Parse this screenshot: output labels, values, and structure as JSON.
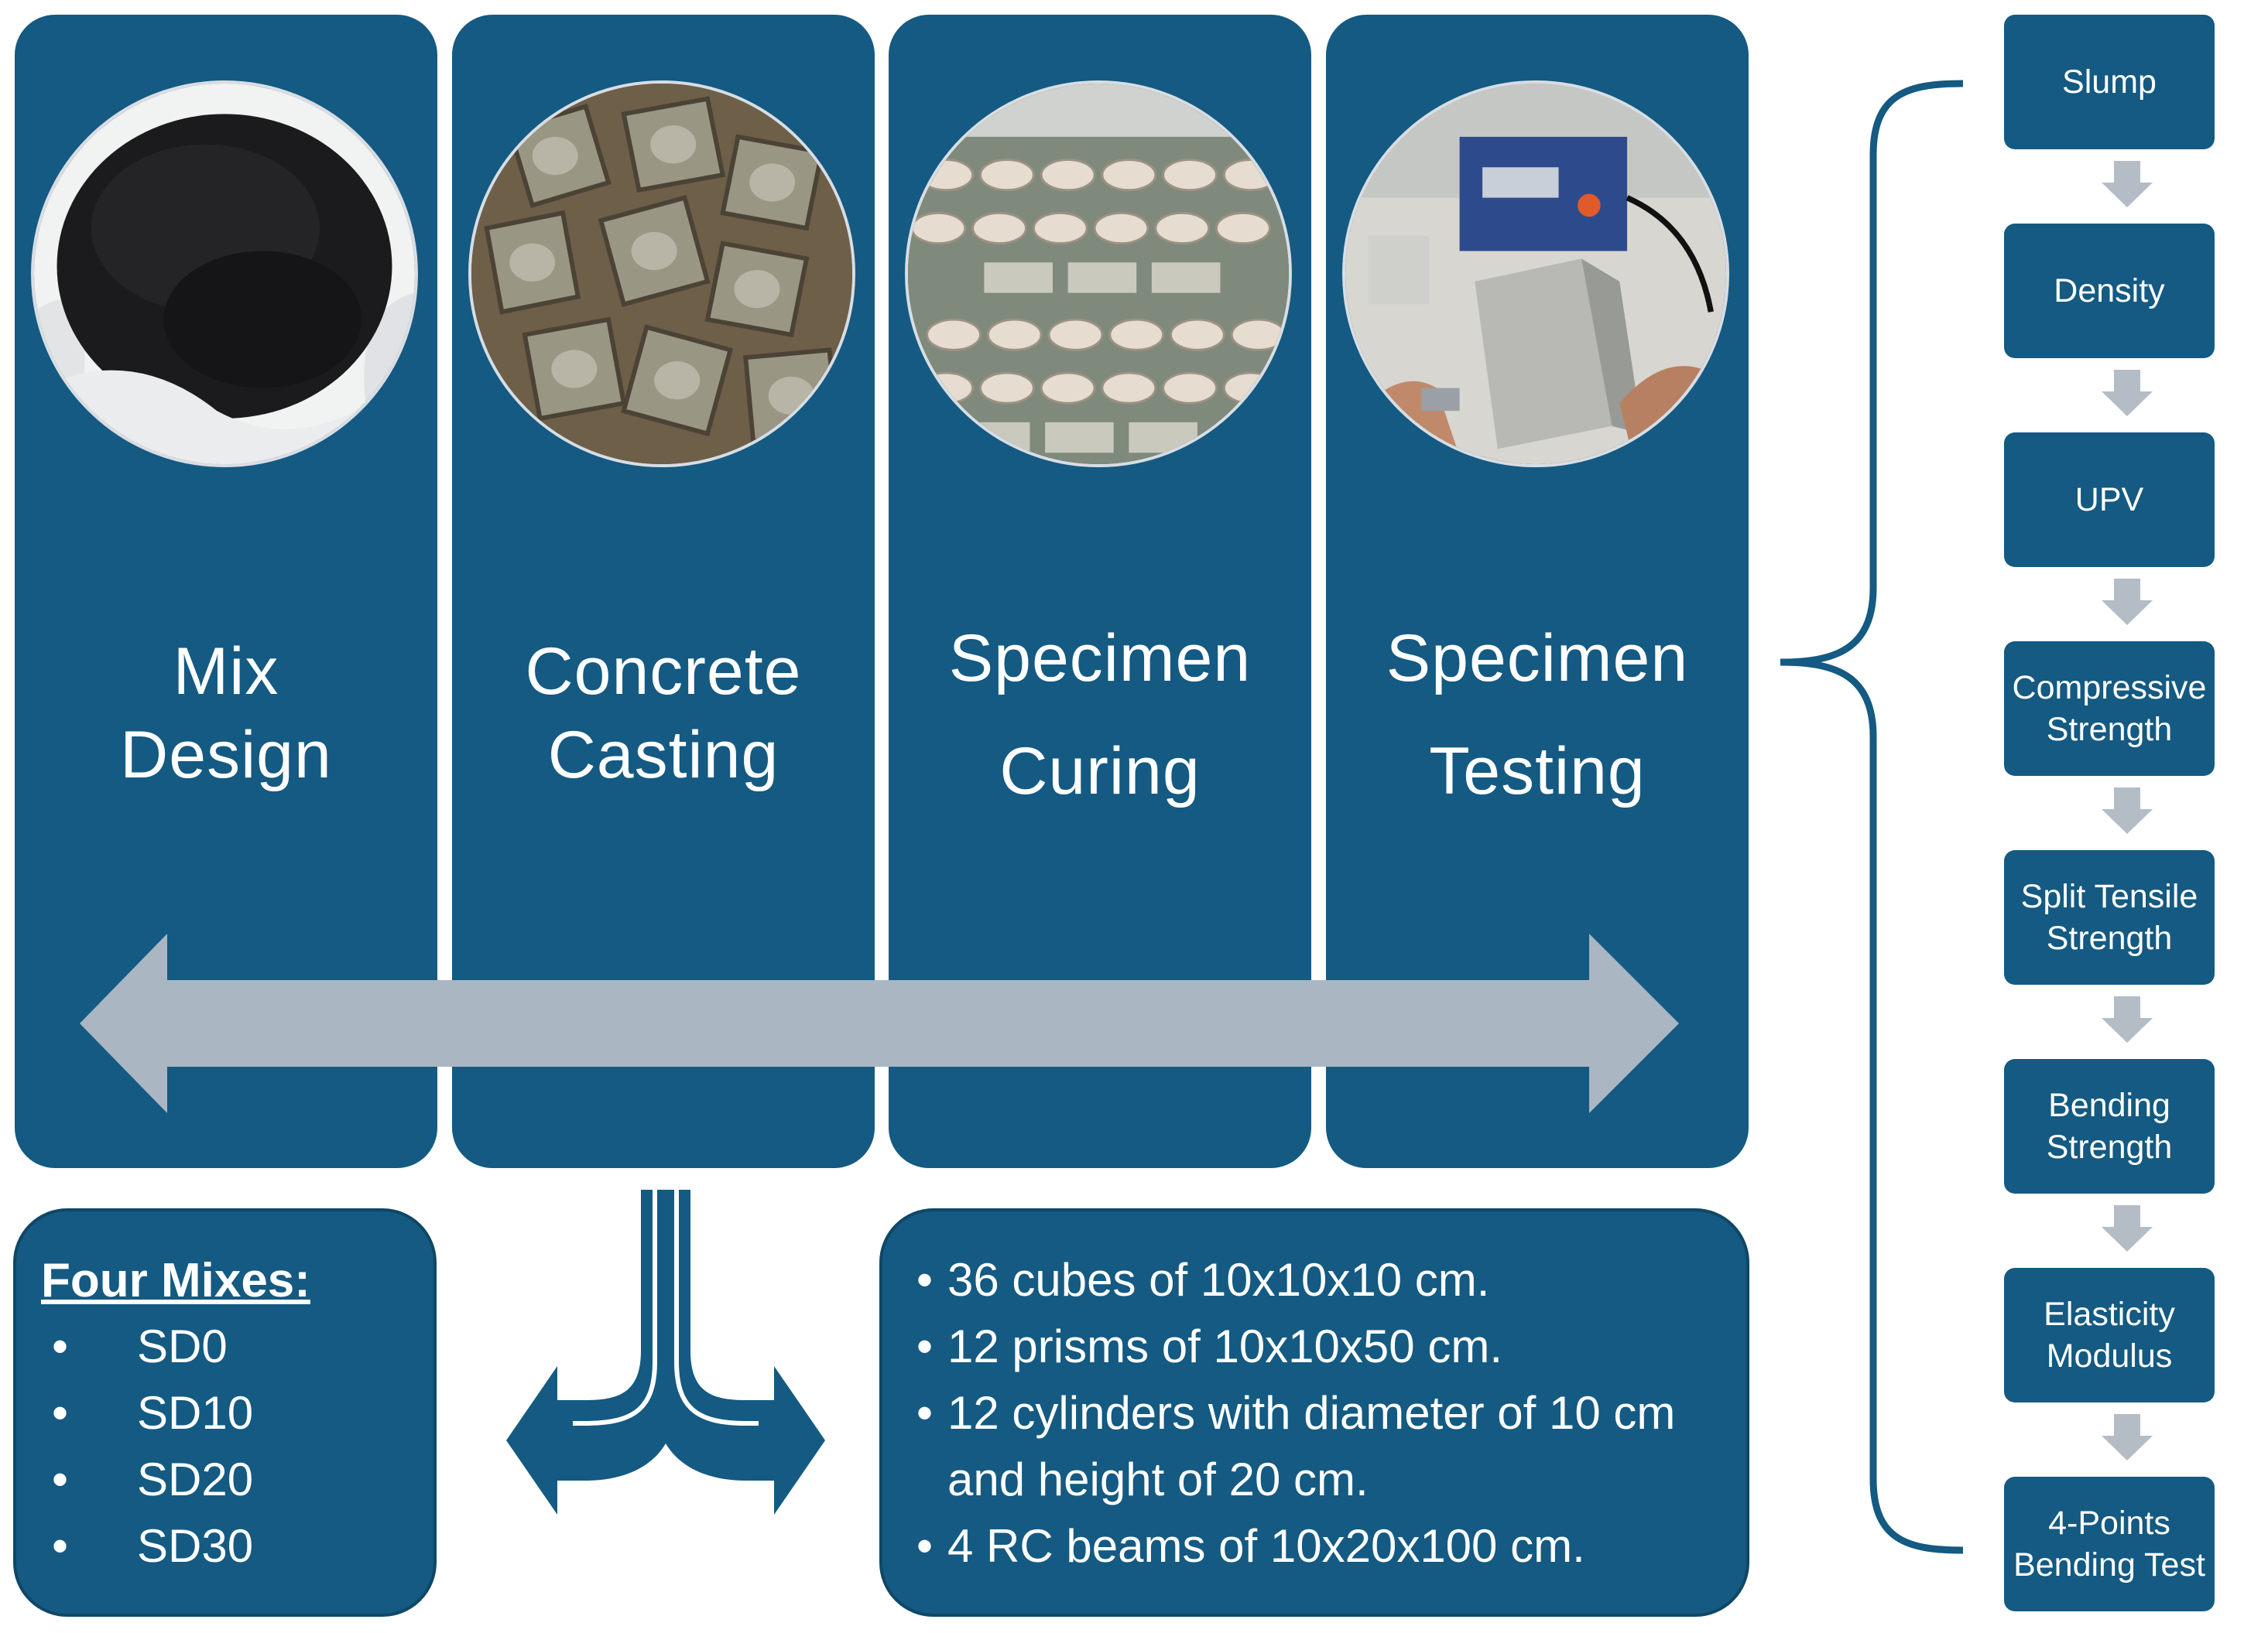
{
  "stages": [
    {
      "title_lines": [
        "Mix",
        "Design"
      ],
      "photo": "black-sand-in-bag"
    },
    {
      "title_lines": [
        "Concrete",
        "Casting"
      ],
      "photo": "concrete-cubes-in-molds"
    },
    {
      "title_lines": [
        "Specimen",
        "Curing"
      ],
      "photo": "cylinders-in-curing-tank"
    },
    {
      "title_lines": [
        "Specimen",
        "Testing"
      ],
      "photo": "upv-testing-device"
    }
  ],
  "mixes": {
    "title": "Four Mixes:",
    "items": [
      "SD0",
      "SD10",
      "SD20",
      "SD30"
    ]
  },
  "specimens": {
    "items": [
      "36 cubes of 10x10x10 cm.",
      "12 prisms of 10x10x50 cm.",
      "12 cylinders with diameter of 10 cm and height of 20 cm.",
      "4 RC beams of 10x20x100 cm."
    ]
  },
  "tests": [
    [
      "Slump"
    ],
    [
      "Density"
    ],
    [
      "UPV"
    ],
    [
      "Compressive",
      "Strength"
    ],
    [
      "Split Tensile",
      "Strength"
    ],
    [
      "Bending",
      "Strength"
    ],
    [
      "Elasticity",
      "Modulus"
    ],
    [
      "4-Points",
      "Bending Test"
    ]
  ],
  "colors": {
    "panel": "#145a82",
    "arrow": "#abb6c3",
    "down_arrow": "#b4bcc6",
    "text": "#ffffff"
  }
}
